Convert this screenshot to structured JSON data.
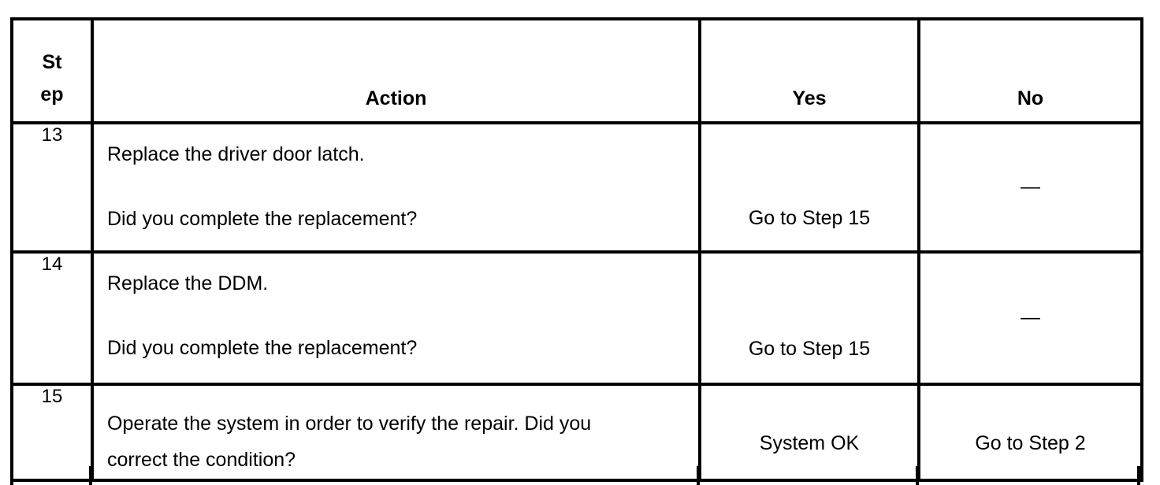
{
  "document": {
    "type": "diagnostic-procedure-table",
    "title": "Diagnostic Step Table",
    "background_color": "#ffffff",
    "text_color": "#000000",
    "border_color": "#000000"
  },
  "table": {
    "columns": [
      {
        "key": "step",
        "label": "Step",
        "label_wrapped": [
          "St",
          "ep"
        ],
        "align": "center"
      },
      {
        "key": "action",
        "label": "Action",
        "align": "center"
      },
      {
        "key": "yes",
        "label": "Yes",
        "align": "center"
      },
      {
        "key": "no",
        "label": "No",
        "align": "center"
      }
    ],
    "rows": [
      {
        "step": "13",
        "action_line_1": "Replace the driver door latch.",
        "action_line_2": "Did you complete the replacement?",
        "yes": "Go to Step 15",
        "no": "—"
      },
      {
        "step": "14",
        "action_line_1": "Replace the DDM.",
        "action_line_2": "Did you complete the replacement?",
        "yes": "Go to Step 15",
        "no": "—"
      },
      {
        "step": "15",
        "action_line_1": "Operate the system in order to verify the repair. Did you",
        "action_line_2": "correct the condition?",
        "yes": "System OK",
        "no": "Go to Step 2"
      }
    ]
  }
}
